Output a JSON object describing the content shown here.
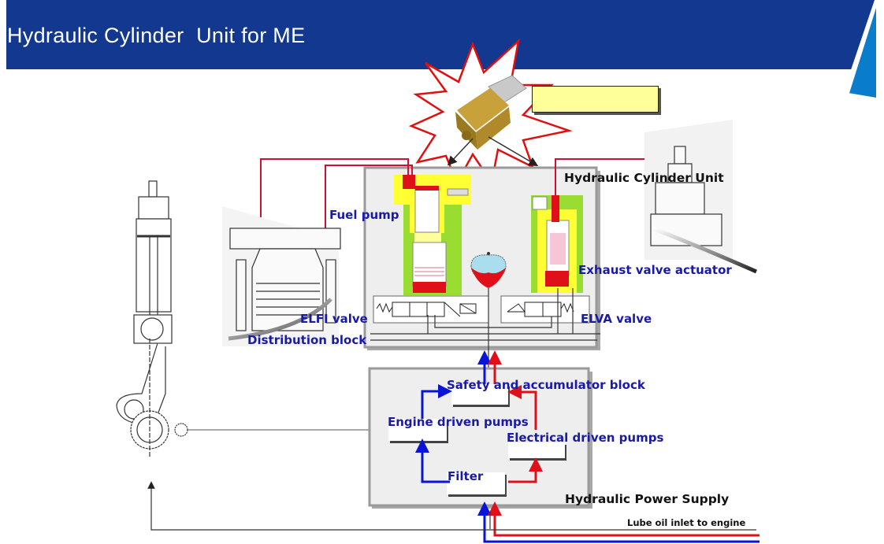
{
  "header": {
    "title": "Hydraulic Cylinder  Unit for ME"
  },
  "colors": {
    "header_bg": "#12388f",
    "accent": "#0a7ccc",
    "pressure_line": "#e0101a",
    "return_line": "#0a14d8",
    "label_blue": "#1a1aa8",
    "fuel_pump_body": "#ffff33",
    "green_body": "#99dd33",
    "panel_bg": "#efefef",
    "callout_box": "#ffff99"
  },
  "callout": {
    "text": "",
    "icon": "hydraulic-valve-block-photo"
  },
  "labels": {
    "fuel_pump": "Fuel pump",
    "hydraulic_cylinder_unit": "Hydraulic Cylinder Unit",
    "exhaust_valve_actuator": "Exhaust valve actuator",
    "elfi_valve": "ELFI valve",
    "elva_valve": "ELVA valve",
    "distribution_block": "Distribution block",
    "safety_accumulator_block": "Safety and accumulator block",
    "engine_driven_pumps": "Engine driven pumps",
    "electrical_driven_pumps": "Electrical driven pumps",
    "filter": "Filter",
    "hydraulic_power_supply": "Hydraulic Power Supply",
    "lube_oil_inlet": "Lube oil inlet to engine"
  },
  "components": [
    {
      "id": "engine-piston-crank",
      "icon": "engine-crank-drawing"
    },
    {
      "id": "cylinder-cover",
      "icon": "cylinder-cover-drawing"
    },
    {
      "id": "exhaust-valve",
      "icon": "exhaust-valve-drawing"
    },
    {
      "id": "fuel-pump",
      "icon": "fuel-pump-section"
    },
    {
      "id": "exhaust-actuator",
      "icon": "exhaust-actuator-section"
    },
    {
      "id": "accumulator",
      "icon": "accumulator-bladder"
    },
    {
      "id": "elfi-valve",
      "icon": "proportional-valve-symbol"
    },
    {
      "id": "elva-valve",
      "icon": "on-off-valve-symbol"
    }
  ]
}
